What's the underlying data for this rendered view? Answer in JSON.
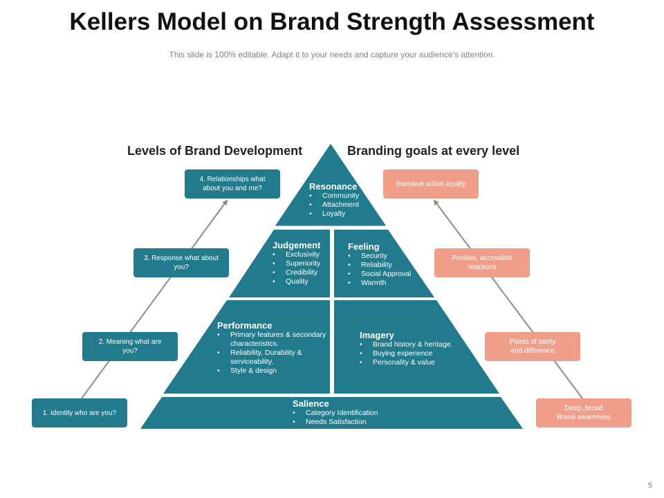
{
  "title": "Kellers Model on Brand Strength Assessment",
  "subtitle": "This slide is 100% editable. Adapt it to your needs and capture your audience's attention.",
  "left_heading": "Levels of Brand Development",
  "right_heading": "Branding goals at every level",
  "pyramid": {
    "resonance": {
      "heading": "Resonance",
      "items": [
        "Community",
        "Attachment",
        "Loyalty"
      ]
    },
    "judgement": {
      "heading": "Judgement",
      "items": [
        "Exclusivity",
        "Superiority",
        "Credibility",
        "Quality"
      ]
    },
    "feeling": {
      "heading": "Feeling",
      "items": [
        "Security",
        "Reliability",
        "Social Approval",
        "Warmth"
      ]
    },
    "performance": {
      "heading": "Performance",
      "items": [
        "Primary features & secondary characteristics.",
        "Reliability, Durability & serviceability.",
        "Style & design"
      ]
    },
    "imagery": {
      "heading": "Imagery",
      "items": [
        "Brand history & heritage.",
        "Buying experience",
        "Personality & value"
      ]
    },
    "salience": {
      "heading": "Salience",
      "items": [
        "Category Identification",
        "Needs Satisfaction"
      ]
    }
  },
  "left_boxes": [
    "1. Identity who are you?",
    "2. Meaning what are you?",
    "3. Response what about you?",
    "4. Relationships what about you and me?"
  ],
  "right_boxes": [
    "Deep, broad\nBrand awareness",
    "Points of parity\nand difference",
    "Positive, accessible reactions",
    "Intensive active loyalty"
  ],
  "page_number": "5",
  "colors": {
    "teal": "#227b8c",
    "salmon": "#ef9e8a",
    "arrow": "#8c8c8c"
  }
}
